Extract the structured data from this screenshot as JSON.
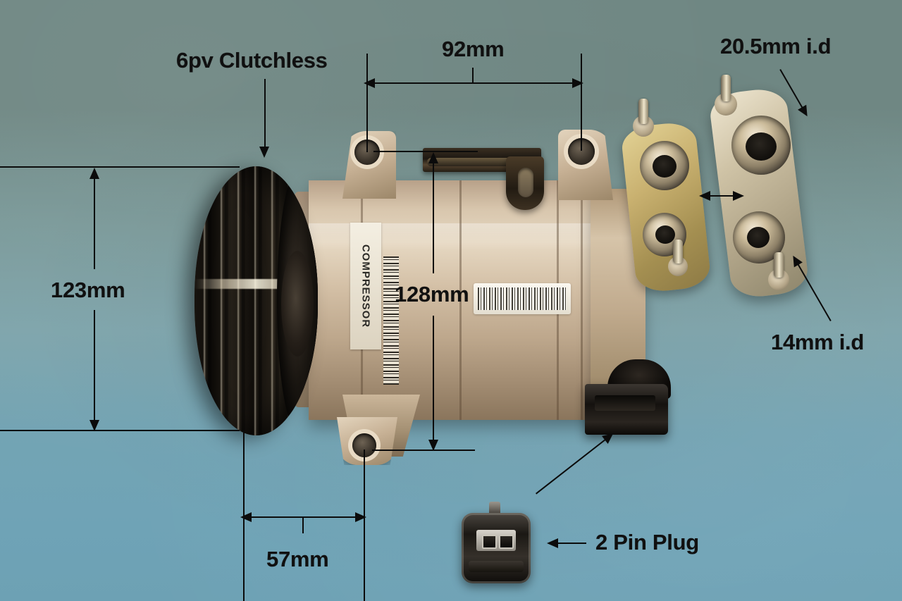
{
  "image": {
    "subject": "Air conditioning compressor with dimension annotations",
    "background_color_top": "#6f8783",
    "background_color_bottom": "#6da1b4",
    "annotation_color": "#0b0b0b"
  },
  "annotations": [
    {
      "id": "pulley_type",
      "text": "6pv Clutchless",
      "kind": "leader-label",
      "points_to": "pulley"
    },
    {
      "id": "width_92",
      "text": "92mm",
      "kind": "dimension",
      "axis": "horizontal",
      "value": 92,
      "unit": "mm",
      "between": "mounting-hole-front to mounting-hole-rear"
    },
    {
      "id": "port_205",
      "text": "20.5mm i.d",
      "kind": "leader-label",
      "value": 20.5,
      "unit": "mm",
      "points_to": "suction-port"
    },
    {
      "id": "height_123",
      "text": "123mm",
      "kind": "dimension",
      "axis": "vertical",
      "value": 123,
      "unit": "mm",
      "between": "pulley-top to pulley-bottom"
    },
    {
      "id": "height_128",
      "text": "128mm",
      "kind": "dimension",
      "axis": "vertical",
      "value": 128,
      "unit": "mm",
      "between": "upper-mount-ear to lower-mount-ear"
    },
    {
      "id": "port_14",
      "text": "14mm i.d",
      "kind": "leader-label",
      "value": 14,
      "unit": "mm",
      "points_to": "discharge-port"
    },
    {
      "id": "width_57",
      "text": "57mm",
      "kind": "dimension",
      "axis": "horizontal",
      "value": 57,
      "unit": "mm",
      "between": "pulley-rear-face to lower-mount-hole"
    },
    {
      "id": "connector",
      "text": "2 Pin Plug",
      "kind": "leader-label",
      "points_to": "electrical-connector"
    }
  ],
  "part_markings": {
    "casing_label": "COMPRESSOR"
  }
}
